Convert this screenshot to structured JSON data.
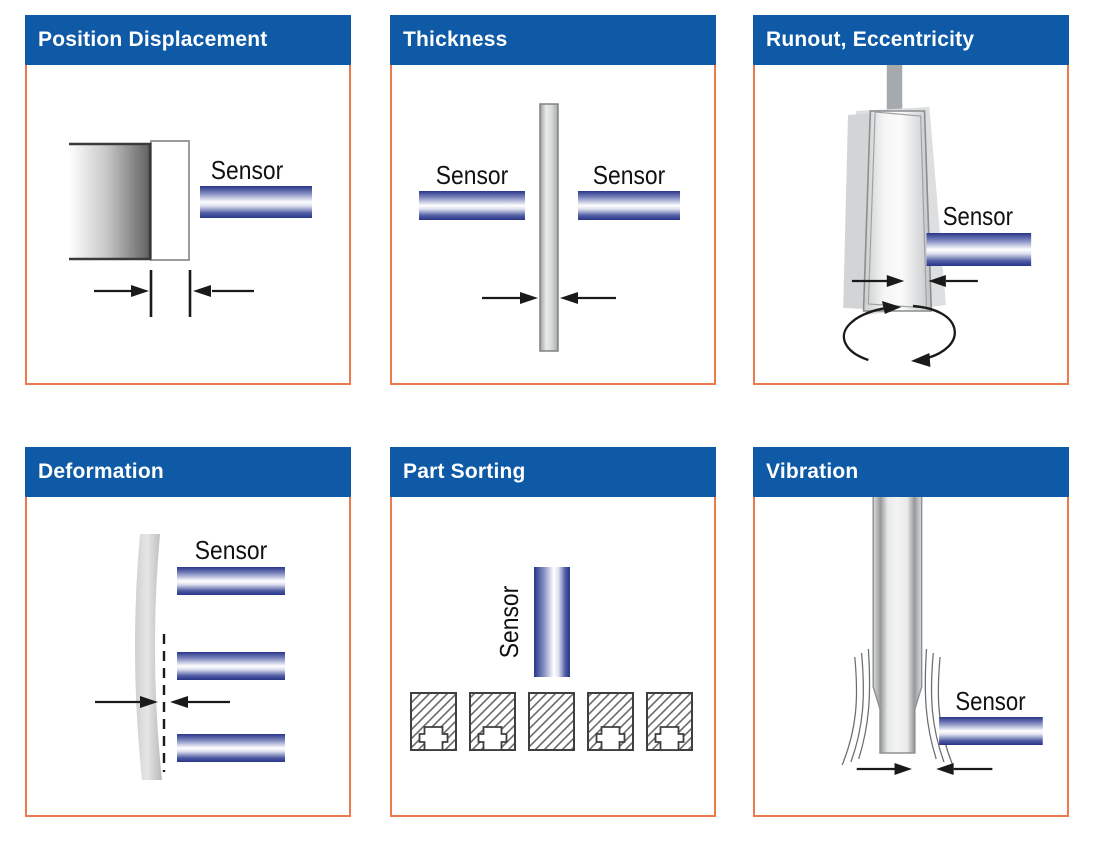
{
  "colors": {
    "header_blue": "#0e5aa6",
    "border_orange": "#ec7a4d",
    "sensor_navy": "#293589",
    "arrow_black": "#1a1a1a"
  },
  "panels": [
    {
      "id": "position-displacement",
      "title": "Position Displacement",
      "sensors": [
        "Sensor"
      ]
    },
    {
      "id": "thickness",
      "title": "Thickness",
      "sensors": [
        "Sensor",
        "Sensor"
      ]
    },
    {
      "id": "runout-eccentricity",
      "title": "Runout, Eccentricity",
      "sensors": [
        "Sensor"
      ]
    },
    {
      "id": "deformation",
      "title": "Deformation",
      "sensors": [
        "Sensor"
      ]
    },
    {
      "id": "part-sorting",
      "title": "Part Sorting",
      "sensors": [
        "Sensor"
      ]
    },
    {
      "id": "vibration",
      "title": "Vibration",
      "sensors": [
        "Sensor"
      ]
    }
  ]
}
